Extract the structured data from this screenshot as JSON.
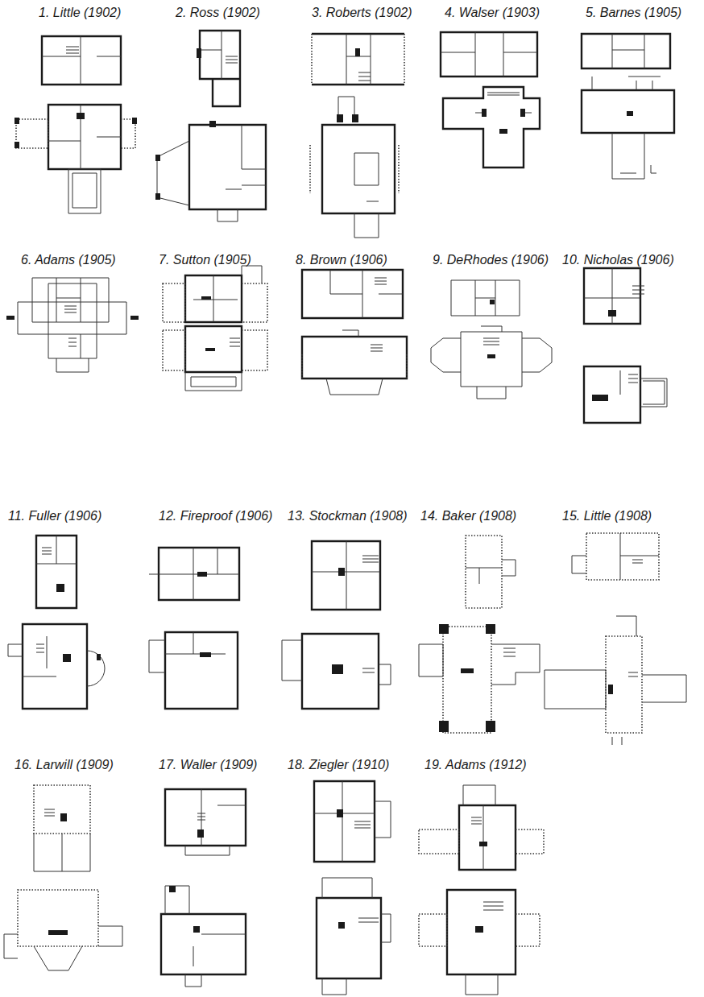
{
  "diagram": {
    "labels": [
      "1. Little (1902)",
      "2. Ross (1902)",
      "3. Roberts (1902)",
      "4. Walser (1903)",
      "5. Barnes (1905)",
      "6. Adams (1905)",
      "7. Sutton (1905)",
      "8. Brown (1906)",
      "9. DeRhodes (1906)",
      "10. Nicholas (1906)",
      "11. Fuller (1906)",
      "12. Fireproof  (1906)",
      "13. Stockman (1908)",
      "14. Baker (1908)",
      "15. Little (1908)",
      "16. Larwill (1909)",
      "17. Waller (1909)",
      "18. Ziegler (1910)",
      "19. Adams (1912)"
    ]
  }
}
